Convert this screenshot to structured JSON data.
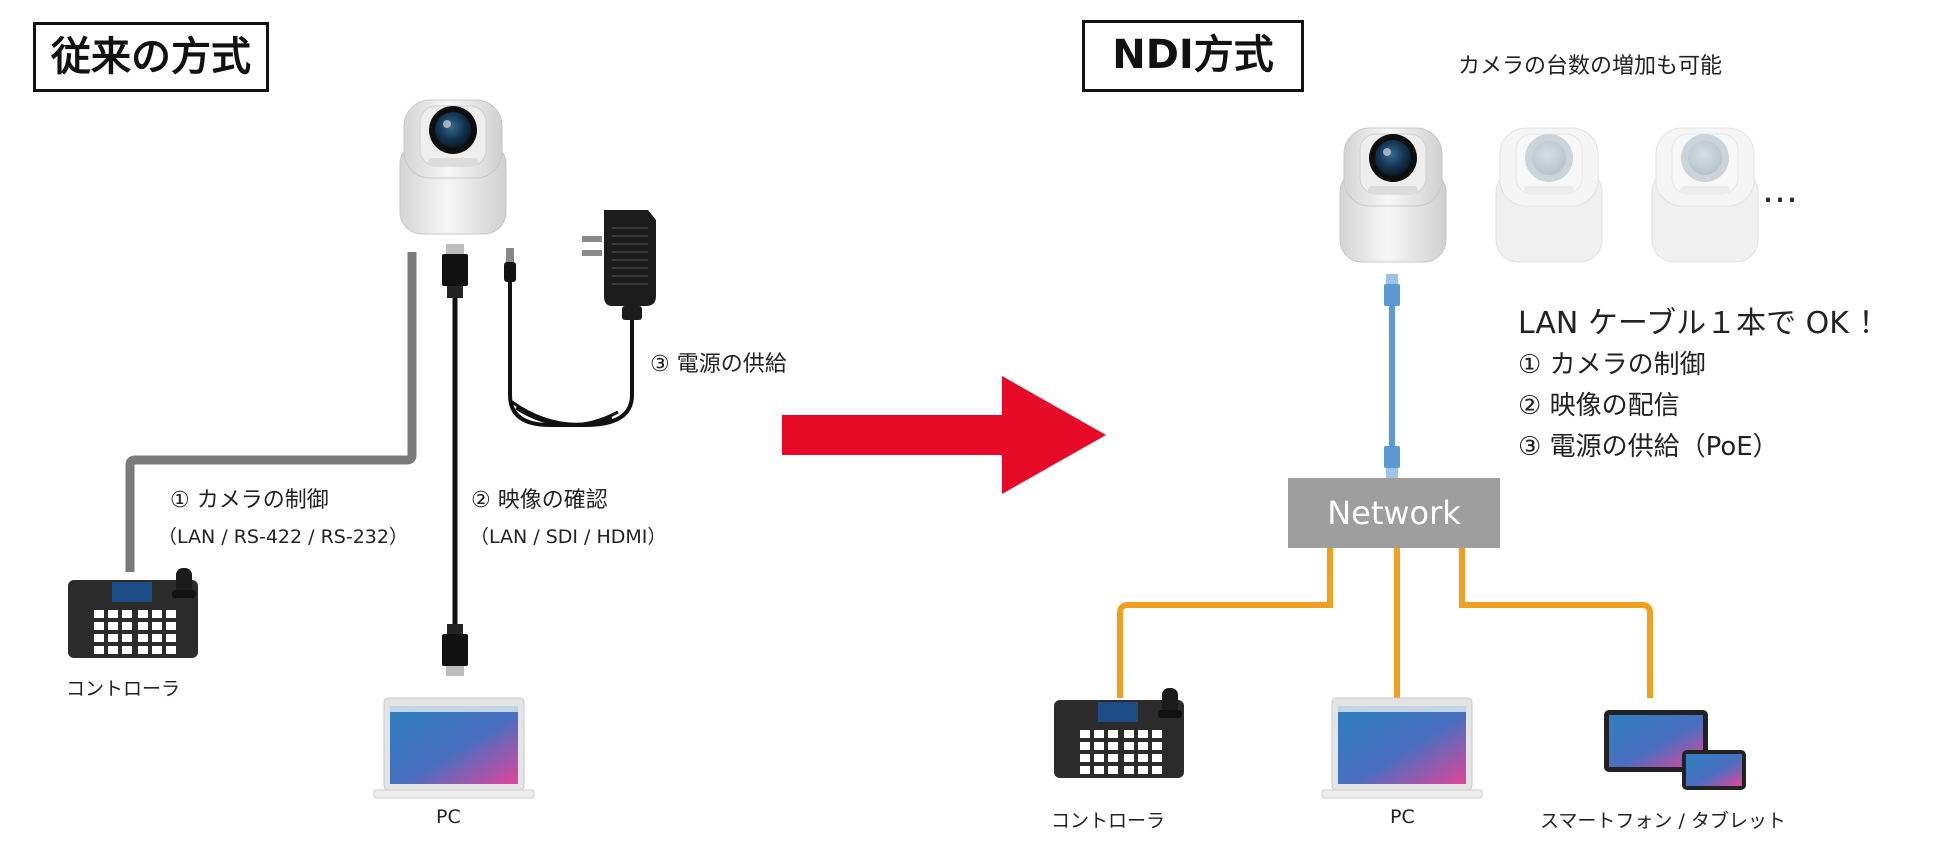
{
  "left": {
    "title": "従来の方式",
    "camera_control_label": "① カメラの制御",
    "camera_control_sub": "（LAN / RS-422 / RS-232）",
    "video_label": "② 映像の確認",
    "video_sub": "（LAN / SDI / HDMI）",
    "power_label": "③ 電源の供給",
    "controller_label": "コントローラ",
    "pc_label": "PC"
  },
  "right": {
    "title": "NDI方式",
    "camera_increase": "カメラの台数の増加も可能",
    "more_dots": "…",
    "ok_title": "LAN ケーブル１本で OK ！",
    "ok_items": [
      "① カメラの制御",
      "② 映像の配信",
      "③ 電源の供給（PoE）"
    ],
    "network_label": "Network",
    "controller_label": "コントローラ",
    "pc_label": "PC",
    "mobile_label": "スマートフォン / タブレット"
  },
  "colors": {
    "arrow": "#e60a28",
    "lan_cable": "#5b9bd5",
    "orange_line": "#f0a01e",
    "gray_cable": "#7a7a7a",
    "network_box": "#9e9e9e"
  },
  "icons": [
    "ptz-camera-icon",
    "power-adapter-icon",
    "hdmi-connector-icon",
    "controller-icon",
    "laptop-icon",
    "tablet-icon",
    "smartphone-icon",
    "network-switch-icon"
  ]
}
